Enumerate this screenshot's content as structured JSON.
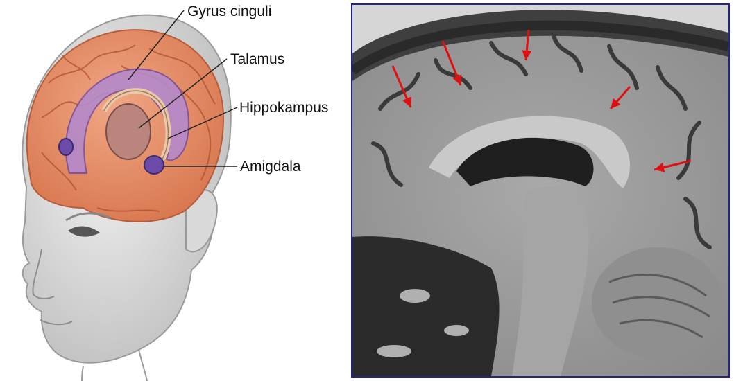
{
  "illustration": {
    "labels": {
      "gyrus_cinguli": "Gyrus cinguli",
      "talamus": "Talamus",
      "hippokampus": "Hippokampus",
      "amigdala": "Amigdala"
    }
  },
  "mri": {
    "arrow_color": "#e01010",
    "frame_color": "#23238e"
  }
}
